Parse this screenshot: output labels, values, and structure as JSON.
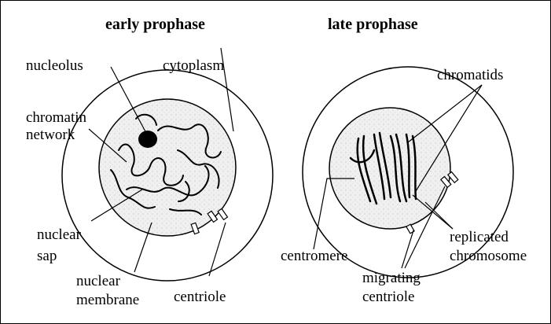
{
  "titles": {
    "left": "early prophase",
    "right": "late prophase"
  },
  "left_labels": {
    "nucleolus": "nucleolus",
    "cytoplasm": "cytoplasm",
    "chromatin_1": "chromatin",
    "chromatin_2": "network",
    "sap_1": "nuclear",
    "sap_2": "sap",
    "membrane_1": "nuclear",
    "membrane_2": "membrane",
    "centriole": "centriole"
  },
  "right_labels": {
    "chromatids": "chromatids",
    "centromere": "centromere",
    "replicated_1": "replicated",
    "replicated_2": "chromosome",
    "migrating_1": "migrating",
    "migrating_2": "centriole"
  },
  "colors": {
    "ink": "#000000",
    "nucleus_fill": "#ececec",
    "background": "#ffffff"
  }
}
